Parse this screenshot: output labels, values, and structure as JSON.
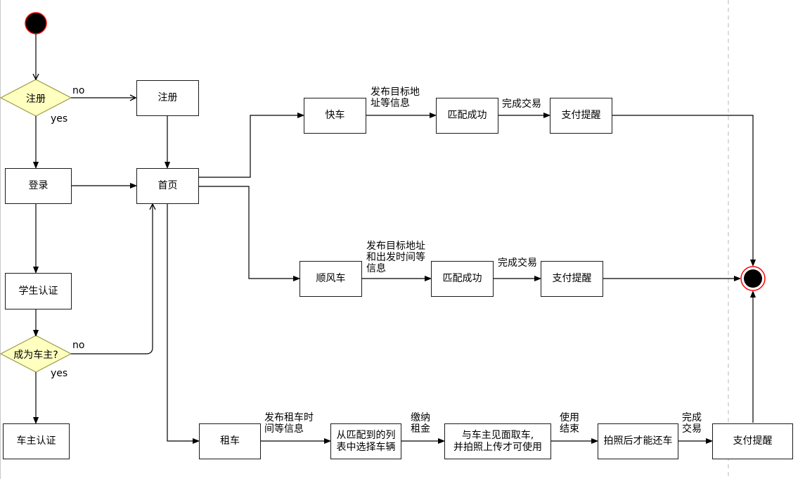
{
  "diagram": {
    "decision_register": "注册",
    "decision_owner": "成为车主?",
    "label_no_1": "no",
    "label_yes_1": "yes",
    "label_no_2": "no",
    "label_yes_2": "yes",
    "node_register": "注册",
    "node_login": "登录",
    "node_student_auth": "学生认证",
    "node_owner_auth": "车主认证",
    "node_home": "首页",
    "node_express": "快车",
    "node_match_1": "匹配成功",
    "node_pay_1": "支付提醒",
    "node_carpool": "顺风车",
    "node_match_2": "匹配成功",
    "node_pay_2": "支付提醒",
    "node_rent": "租车",
    "node_select": "从匹配到的列\n表中选择车辆",
    "node_meet": "与车主见面取车,\n并拍照上传才可使用",
    "node_photo_return": "拍照后才能还车",
    "node_pay_3": "支付提醒",
    "edge_express_post": "发布目标地\n址等信息",
    "edge_express_done": "完成交易",
    "edge_carpool_post": "发布目标地址\n和出发时间等\n信息",
    "edge_carpool_done": "完成交易",
    "edge_rent_post": "发布租车时\n间等信息",
    "edge_rent_deposit": "缴纳\n租金",
    "edge_rent_end": "使用\n结束",
    "edge_rent_done": "完成\n交易"
  },
  "colors": {
    "decision_fill": "#ffffc0",
    "decision_stroke": "#a0a04a",
    "start_fill": "#000000",
    "start_ring": "#ff0000"
  }
}
